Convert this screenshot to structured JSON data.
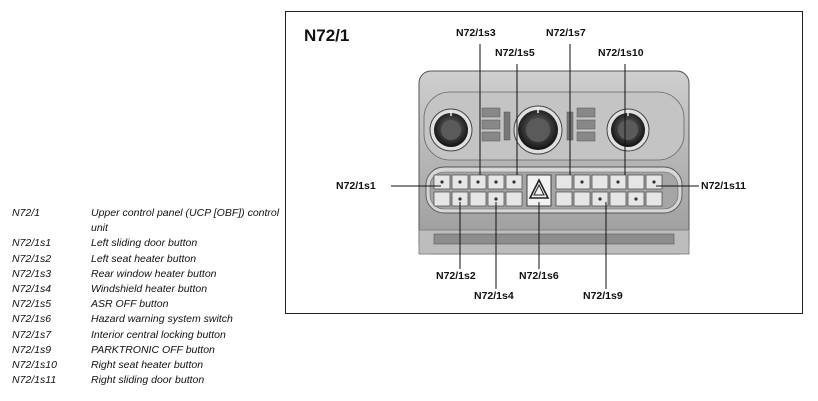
{
  "figure": {
    "title": "N72/1",
    "callouts": {
      "s1": "N72/1s1",
      "s2": "N72/1s2",
      "s3": "N72/1s3",
      "s4": "N72/1s4",
      "s5": "N72/1s5",
      "s6": "N72/1s6",
      "s7": "N72/1s7",
      "s9": "N72/1s9",
      "s10": "N72/1s10",
      "s11": "N72/1s11"
    }
  },
  "legend": [
    {
      "code": "N72/1",
      "desc": "Upper control panel (UCP [OBF]) control unit"
    },
    {
      "code": "N72/1s1",
      "desc": "Left sliding door button"
    },
    {
      "code": "N72/1s2",
      "desc": "Left seat heater button"
    },
    {
      "code": "N72/1s3",
      "desc": "Rear window heater button"
    },
    {
      "code": "N72/1s4",
      "desc": "Windshield heater button"
    },
    {
      "code": "N72/1s5",
      "desc": "ASR OFF button"
    },
    {
      "code": "N72/1s6",
      "desc": "Hazard warning system switch"
    },
    {
      "code": "N72/1s7",
      "desc": "Interior central locking button"
    },
    {
      "code": "N72/1s9",
      "desc": "PARKTRONIC OFF button"
    },
    {
      "code": "N72/1s10",
      "desc": "Right seat heater button"
    },
    {
      "code": "N72/1s11",
      "desc": "Right sliding door button"
    }
  ]
}
